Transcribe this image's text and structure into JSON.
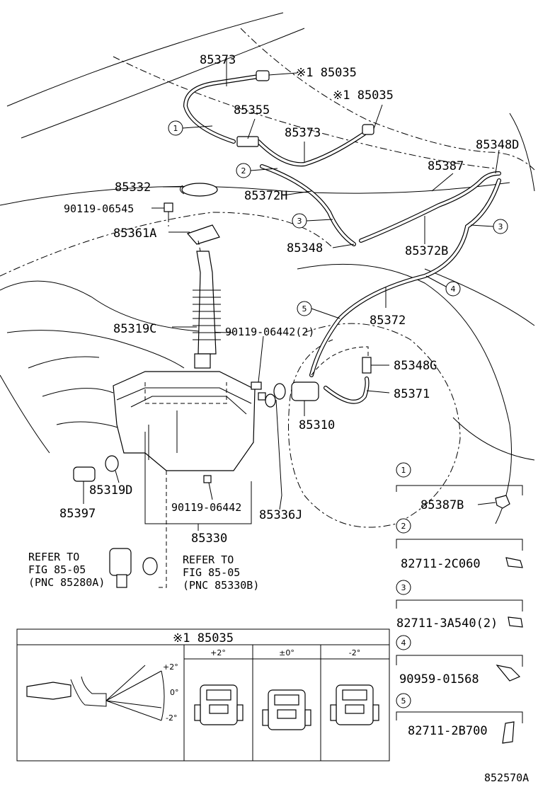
{
  "labels": {
    "p85373_top": "85373",
    "note_85035_a": "※1 85035",
    "note_85035_b": "※1 85035",
    "p85355": "85355",
    "p85373_mid": "85373",
    "p85348D": "85348D",
    "p85387": "85387",
    "p85332": "85332",
    "p85372H": "85372H",
    "p90119_06545": "90119-06545",
    "p85361A": "85361A",
    "p85348": "85348",
    "p85372B": "85372B",
    "p85372": "85372",
    "p85319C": "85319C",
    "p90119_06442_2": "90119-06442(2)",
    "p85348G": "85348G",
    "p85371": "85371",
    "p85310": "85310",
    "p85319D": "85319D",
    "p85397": "85397",
    "p90119_06442": "90119-06442",
    "p85336J": "85336J",
    "p85330": "85330"
  },
  "refer_left": [
    "REFER TO",
    "FIG 85-05",
    "(PNC 85280A)"
  ],
  "refer_right": [
    "REFER TO",
    "FIG 85-05",
    "(PNC 85330B)"
  ],
  "callouts": {
    "c1": "1",
    "c2": "2",
    "c3a": "3",
    "c3b": "3",
    "c4": "4",
    "c5": "5"
  },
  "legend": [
    {
      "num": "1",
      "part": "85387B"
    },
    {
      "num": "2",
      "part": "82711-2C060"
    },
    {
      "num": "3",
      "part": "82711-3A540(2)"
    },
    {
      "num": "4",
      "part": "90959-01568"
    },
    {
      "num": "5",
      "part": "82711-2B700"
    }
  ],
  "nozzle_table": {
    "title": "※1 85035",
    "columns": [
      "+2°",
      "±0°",
      "-2°"
    ],
    "angle_marks": [
      "+2°",
      "0°",
      "-2°"
    ]
  },
  "figure_id": "852570A"
}
